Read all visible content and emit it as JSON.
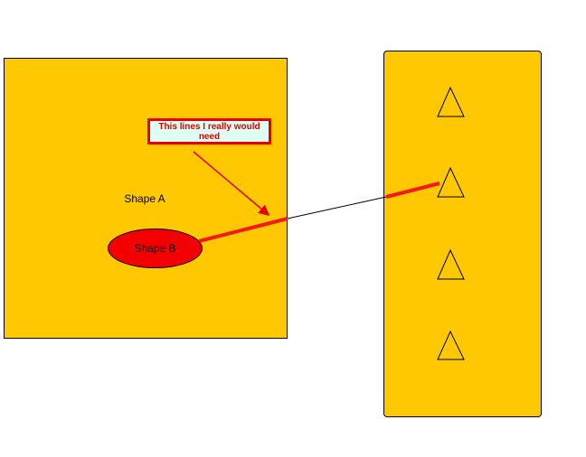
{
  "colors": {
    "panel_fill": "#ffc800",
    "ellipse_fill": "#f50000",
    "highlight_line": "#f51a1a",
    "callout_bg": "#dcfff2",
    "callout_text": "#e60000",
    "outline": "#000000"
  },
  "diagram": {
    "shape_a_label": "Shape A",
    "shape_b_label": "Shape B",
    "callout_text": "This lines I really would need",
    "right_panel_icons": [
      "triangle-icon",
      "triangle-icon",
      "triangle-icon",
      "triangle-icon"
    ]
  }
}
